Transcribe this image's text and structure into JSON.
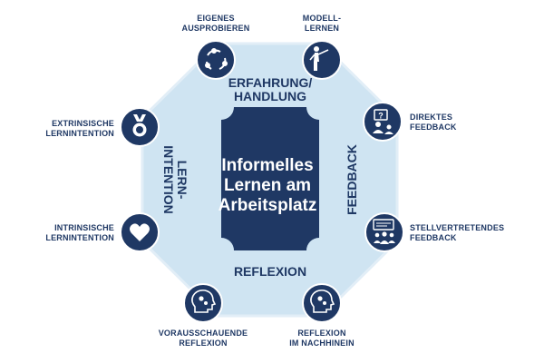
{
  "center": {
    "lines": [
      "Informelles",
      "Lernen am",
      "Arbeitsplatz"
    ]
  },
  "sides": {
    "top": [
      "ERFAHRUNG/",
      "HANDLUNG"
    ],
    "bottom": [
      "REFLEXION"
    ],
    "right": [
      "FEEDBACK"
    ],
    "left": [
      "LERN-",
      "INTENTION"
    ]
  },
  "nodes": {
    "eigenes": {
      "label": [
        "EIGENES",
        "AUSPROBIEREN"
      ],
      "icon": "cycle-arrows-icon"
    },
    "modell": {
      "label": [
        "MODELL-",
        "LERNEN"
      ],
      "icon": "presenter-icon"
    },
    "direktes": {
      "label": [
        "DIREKTES",
        "FEEDBACK"
      ],
      "icon": "question-person-icon"
    },
    "stellvertretendes": {
      "label": [
        "STELLVERTRETENDES",
        "FEEDBACK"
      ],
      "icon": "group-speech-icon"
    },
    "nachhinein": {
      "label": [
        "REFLEXION",
        "IM NACHHINEIN"
      ],
      "icon": "head-gears-icon"
    },
    "vorausschauende": {
      "label": [
        "VORAUSSCHAUENDE",
        "REFLEXION"
      ],
      "icon": "head-gears-icon"
    },
    "intrinsische": {
      "label": [
        "INTRINSISCHE",
        "LERNINTENTION"
      ],
      "icon": "heart-icon"
    },
    "extrinsische": {
      "label": [
        "EXTRINSISCHE",
        "LERNINTENTION"
      ],
      "icon": "medal-icon"
    }
  },
  "colors": {
    "navy": "#1f3864",
    "octagon": "#cfe4f2",
    "octagon_stroke": "#e6f1f8",
    "center_fill": "#1f3864"
  }
}
